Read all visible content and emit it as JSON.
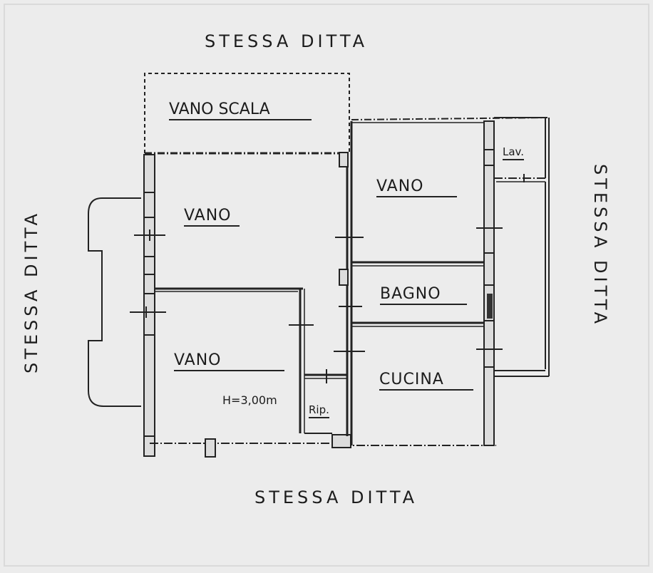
{
  "labels": {
    "top": "STESSA DITTA",
    "bottom": "STESSA DITTA",
    "left": "STESSA DITTA",
    "right": "STESSA DITTA",
    "vano_scala": "VANO SCALA",
    "vano_top_left": "VANO",
    "vano_bottom_left": "VANO",
    "vano_top_right": "VANO",
    "bagno": "BAGNO",
    "cucina": "CUCINA",
    "lav": "Lav.",
    "rip": "Rip.",
    "height": "H=3,00m"
  },
  "colors": {
    "background": "#ececec",
    "ink": "#1c1c1c",
    "wall_fill": "#dcdcdc"
  }
}
